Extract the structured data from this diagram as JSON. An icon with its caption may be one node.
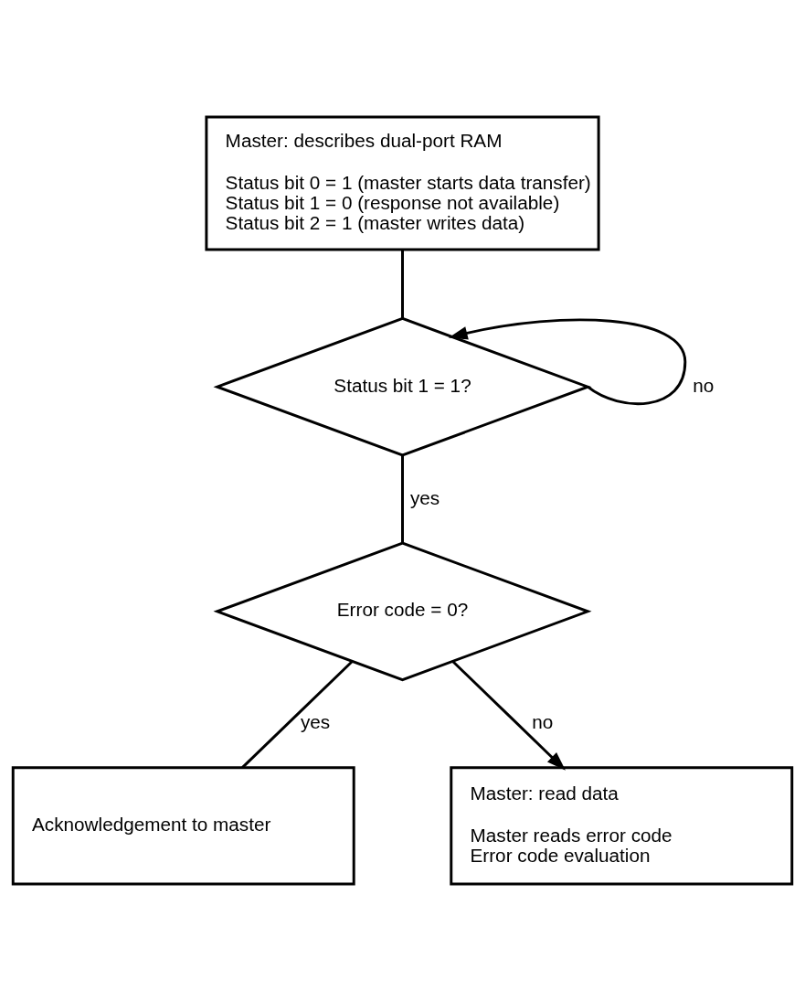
{
  "diagram": {
    "nodes": [
      {
        "text": [
          "Master: describes dual-port RAM",
          "Status bit 0 = 1 (master starts data transfer)",
          "Status bit 1 = 0 (response not available)",
          "Status bit 2 = 1 (master writes data)"
        ]
      },
      {
        "text": [
          "Status bit 1 = 1?"
        ]
      },
      {
        "text": [
          "Error code = 0?"
        ]
      },
      {
        "text": [
          "Acknowledgement to master"
        ]
      },
      {
        "text": [
          "Master: read data",
          "Master reads error code",
          "Error code evaluation"
        ]
      }
    ],
    "edges": [
      {
        "from": 0,
        "to": 1,
        "arrow": "none"
      },
      {
        "from": 1,
        "to": 1,
        "arrow": "to",
        "label": "no"
      },
      {
        "from": 1,
        "to": 2,
        "arrow": "none",
        "label": "yes"
      },
      {
        "from": 2,
        "to": 3,
        "arrow": "none",
        "label": "yes"
      },
      {
        "from": 2,
        "to": 4,
        "arrow": "to",
        "label": "no"
      }
    ]
  }
}
